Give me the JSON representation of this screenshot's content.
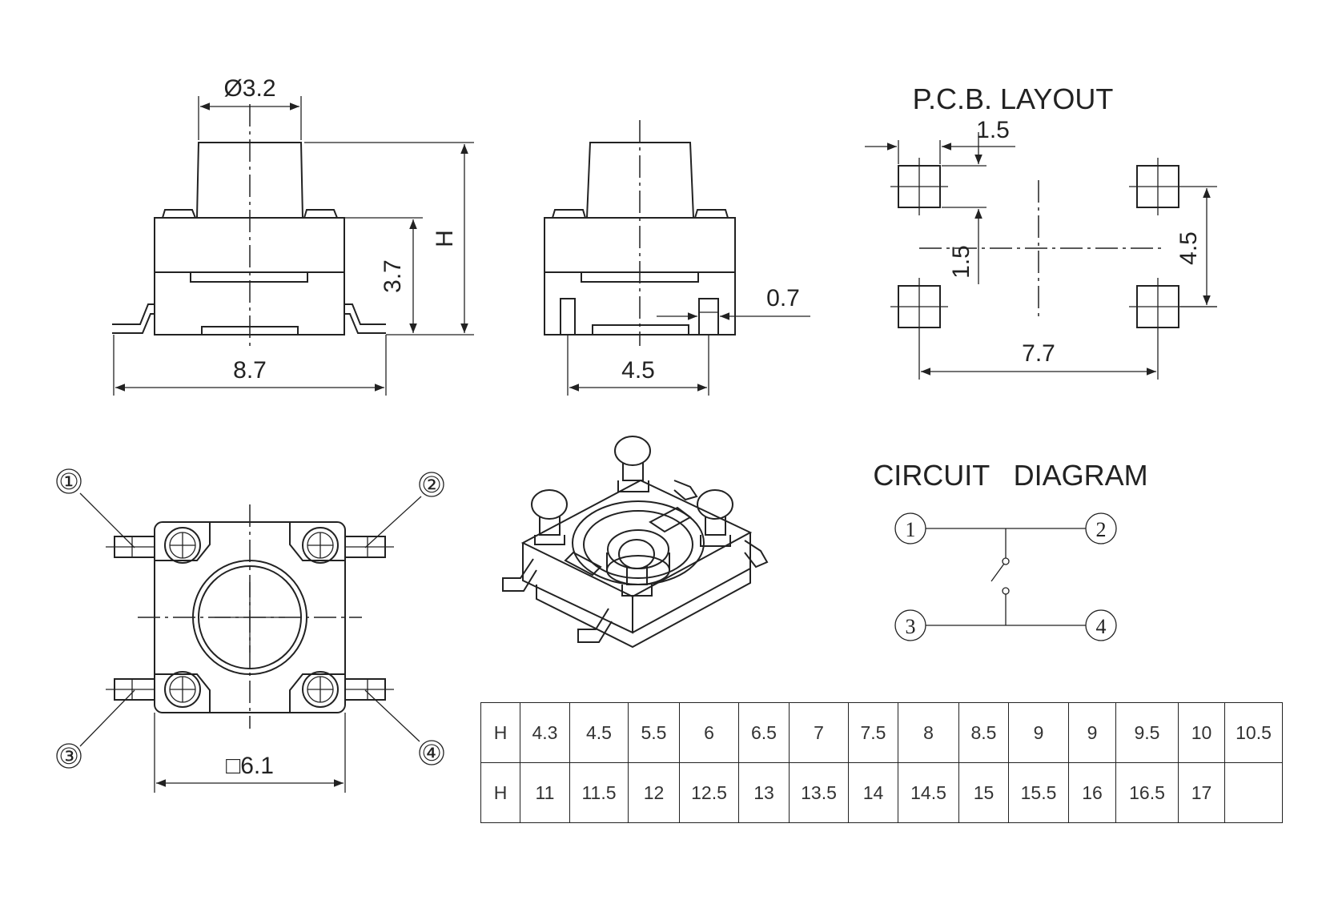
{
  "side_view": {
    "diameter": "Ø3.2",
    "height_symbol": "H",
    "body_height": "3.7",
    "width": "8.7"
  },
  "front_view": {
    "pin_width": "0.7",
    "pin_pitch": "4.5"
  },
  "pcb_layout": {
    "title": "P.C.B. LAYOUT",
    "pad_size_top": "1.5",
    "pad_size_side": "1.5",
    "vertical_pitch": "4.5",
    "horizontal_pitch": "7.7"
  },
  "top_view": {
    "body_size": "□6.1",
    "pins": [
      "①",
      "②",
      "③",
      "④"
    ]
  },
  "circuit_diagram": {
    "title": "CIRCUIT   DIAGRAM",
    "pins": [
      "1",
      "2",
      "3",
      "4"
    ]
  },
  "height_table": {
    "rows": [
      [
        "H",
        "4.3",
        "4.5",
        "5.5",
        "6",
        "6.5",
        "7",
        "7.5",
        "8",
        "8.5",
        "9",
        "9",
        "9.5",
        "10",
        "10.5"
      ],
      [
        "H",
        "11",
        "11.5",
        "12",
        "12.5",
        "13",
        "13.5",
        "14",
        "14.5",
        "15",
        "15.5",
        "16",
        "16.5",
        "17",
        ""
      ]
    ]
  }
}
